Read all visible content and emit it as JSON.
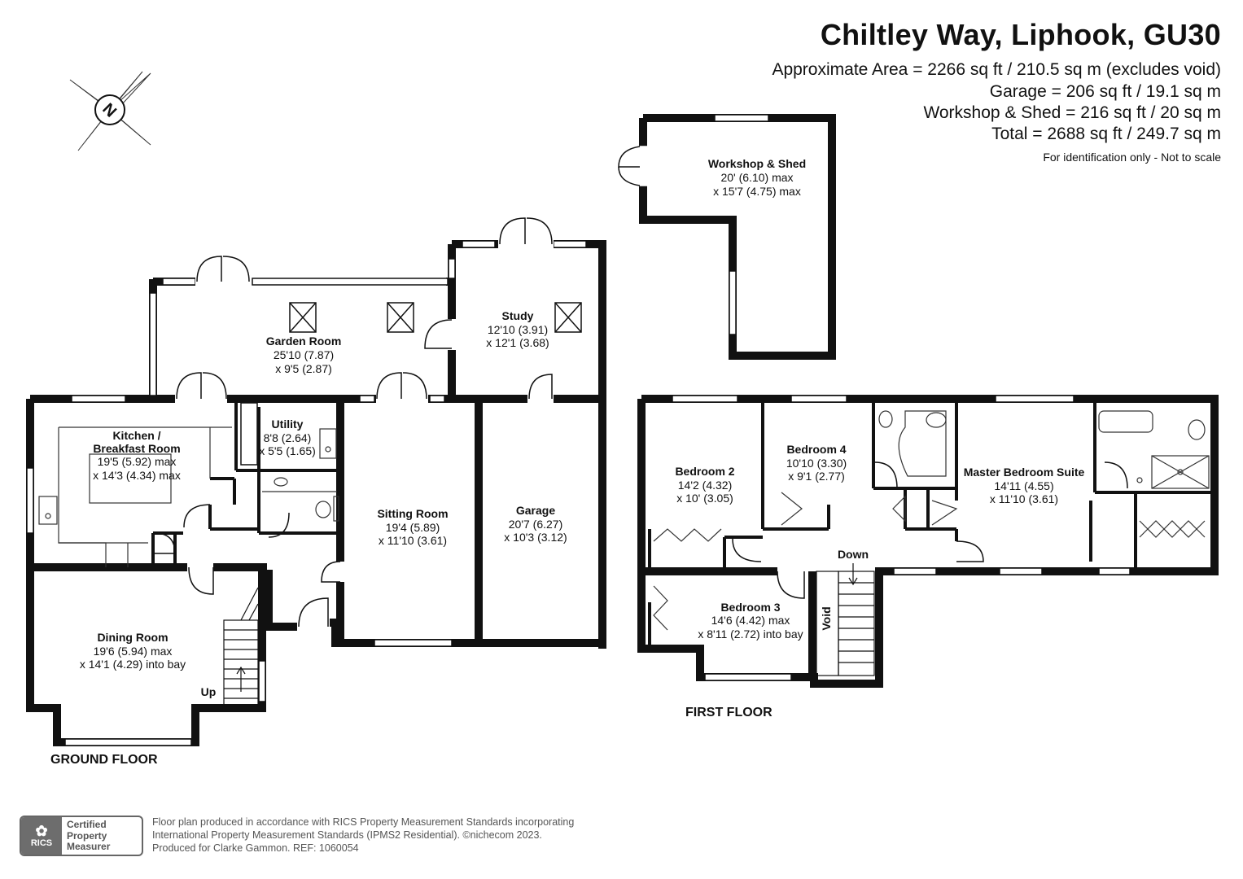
{
  "header": {
    "title": "Chiltley Way, Liphook, GU30",
    "areas": [
      "Approximate Area = 2266 sq ft / 210.5 sq m (excludes void)",
      "Garage = 206 sq ft / 19.1 sq m",
      "Workshop & Shed = 216 sq ft / 20 sq m",
      "Total = 2688 sq ft / 249.7 sq m"
    ],
    "disclaimer": "For identification only - Not to scale"
  },
  "compass": {
    "letter": "N"
  },
  "floors": {
    "ground": "GROUND FLOOR",
    "first": "FIRST FLOOR"
  },
  "rooms": {
    "workshop": [
      "Workshop & Shed",
      "20' (6.10) max",
      "x 15'7 (4.75) max"
    ],
    "study": [
      "Study",
      "12'10 (3.91)",
      "x 12'1 (3.68)"
    ],
    "garden_room": [
      "Garden Room",
      "25'10 (7.87)",
      "x 9'5 (2.87)"
    ],
    "kitchen": [
      "Kitchen /",
      "Breakfast Room",
      "19'5 (5.92) max",
      "x 14'3 (4.34) max"
    ],
    "utility": [
      "Utility",
      "8'8 (2.64)",
      "x 5'5 (1.65)"
    ],
    "sitting_room": [
      "Sitting Room",
      "19'4 (5.89)",
      "x 11'10 (3.61)"
    ],
    "garage": [
      "Garage",
      "20'7 (6.27)",
      "x 10'3 (3.12)"
    ],
    "dining_room": [
      "Dining Room",
      "19'6 (5.94) max",
      "x 14'1 (4.29) into bay"
    ],
    "bedroom2": [
      "Bedroom 2",
      "14'2 (4.32)",
      "x 10' (3.05)"
    ],
    "bedroom4": [
      "Bedroom 4",
      "10'10 (3.30)",
      "x 9'1 (2.77)"
    ],
    "master": [
      "Master Bedroom Suite",
      "14'11 (4.55)",
      "x 11'10 (3.61)"
    ],
    "bedroom3": [
      "Bedroom 3",
      "14'6 (4.42) max",
      "x 8'11 (2.72) into bay"
    ]
  },
  "stairs": {
    "up": "Up",
    "down": "Down",
    "void": "Void"
  },
  "footer": {
    "badge": {
      "brand": "RICS",
      "lines": [
        "Certified",
        "Property",
        "Measurer"
      ]
    },
    "lines": [
      "Floor plan produced in accordance with RICS Property Measurement Standards incorporating",
      "International Property Measurement Standards (IPMS2 Residential).  ©nichecom 2023.",
      "Produced for Clarke Gammon.   REF: 1060054"
    ]
  }
}
